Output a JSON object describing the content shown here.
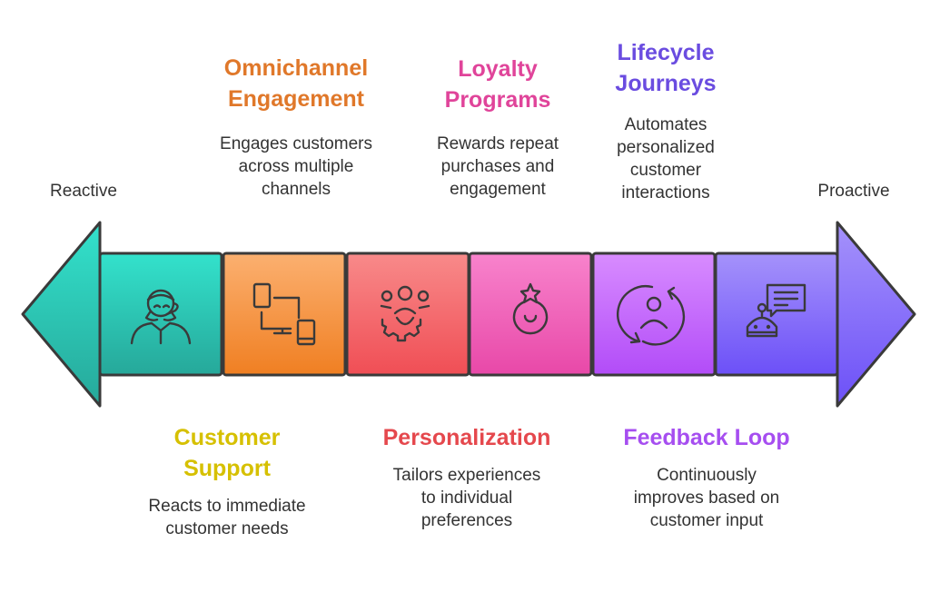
{
  "ends": {
    "left": "Reactive",
    "right": "Proactive"
  },
  "stages": [
    {
      "title": [
        "Customer",
        "Support"
      ],
      "desc": [
        "Reacts to immediate",
        "customer needs"
      ],
      "color": "#d6c000",
      "icon": "customer-support-agent-icon"
    },
    {
      "title": [
        "Omnichannel",
        "Engagement"
      ],
      "desc": [
        "Engages customers",
        "across multiple",
        "channels"
      ],
      "color": "#e0782a",
      "icon": "multi-device-icon"
    },
    {
      "title": [
        "Personalization"
      ],
      "desc": [
        "Tailors experiences",
        "to individual",
        "preferences"
      ],
      "color": "#e5484d",
      "icon": "people-gear-icon"
    },
    {
      "title": [
        "Loyalty",
        "Programs"
      ],
      "desc": [
        "Rewards repeat",
        "purchases and",
        "engagement"
      ],
      "color": "#e0449a",
      "icon": "star-reward-icon"
    },
    {
      "title": [
        "Lifecycle",
        "Journeys"
      ],
      "desc": [
        "Automates",
        "personalized",
        "customer",
        "interactions"
      ],
      "color": "#6a4ce0",
      "icon": "user-cycle-icon"
    },
    {
      "title": [
        "Feedback Loop"
      ],
      "desc": [
        "Continuously",
        "improves based on",
        "customer input"
      ],
      "color": "#a64ef0",
      "icon": "chatbot-icon"
    }
  ]
}
